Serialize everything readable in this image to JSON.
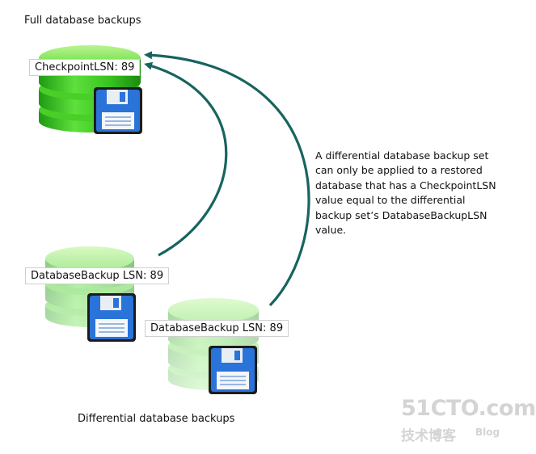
{
  "labels": {
    "full_backups_title": "Full database backups",
    "differential_backups_title": "Differential database backups",
    "explanation": "A differential database backup set can only be applied to a restored database that has a CheckpointLSN value equal to the differential backup set’s DatabaseBackupLSN value."
  },
  "lsn_boxes": {
    "full": "CheckpointLSN: 89",
    "diff1": "DatabaseBackup LSN: 89",
    "diff2": "DatabaseBackup LSN: 89"
  },
  "icons": {
    "database": "database-icon",
    "floppy": "floppy-disk-icon",
    "arrow": "curved-arrow-icon"
  },
  "colors": {
    "database_green": "#35c21f",
    "database_light": "#a8ee7a",
    "arrow_teal": "#17645e",
    "floppy_blue": "#2a73d9"
  },
  "watermark": {
    "main": "51CTO.com",
    "sub": "技术博客",
    "blog": "Blog"
  }
}
